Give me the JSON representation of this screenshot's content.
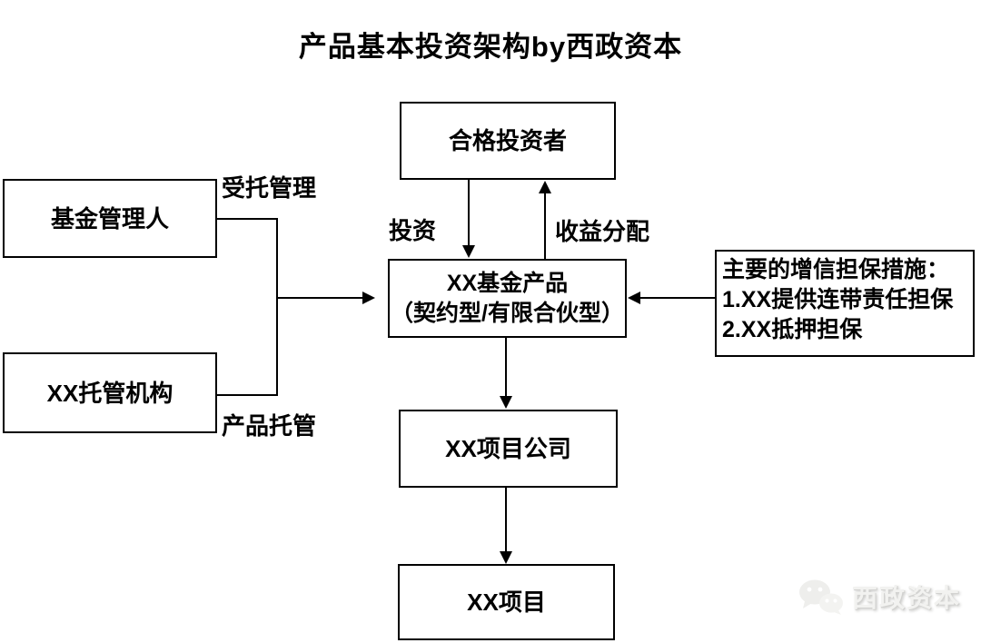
{
  "title": "产品基本投资架构by西政资本",
  "boxes": {
    "qualified_investors": {
      "label": "合格投资者"
    },
    "fund_manager": {
      "label": "基金管理人"
    },
    "custodian": {
      "label": "XX托管机构"
    },
    "fund_product": {
      "line1": "XX基金产品",
      "line2": "（契约型/有限合伙型）"
    },
    "guarantee": {
      "line1": "主要的增信担保措施：",
      "line2": "1.XX提供连带责任担保",
      "line3": "2.XX抵押担保"
    },
    "project_company": {
      "label": "XX项目公司"
    },
    "project": {
      "label": "XX项目"
    }
  },
  "edge_labels": {
    "entrusted_management": "受托管理",
    "product_custody": "产品托管",
    "investment": "投资",
    "income_distribution": "收益分配"
  },
  "watermark": {
    "icon": "wechat-logo-icon",
    "text": "西政资本"
  },
  "colors": {
    "line": "#000000",
    "box_border": "#000000",
    "background": "#ffffff",
    "watermark_text": "#f2f2f0"
  }
}
